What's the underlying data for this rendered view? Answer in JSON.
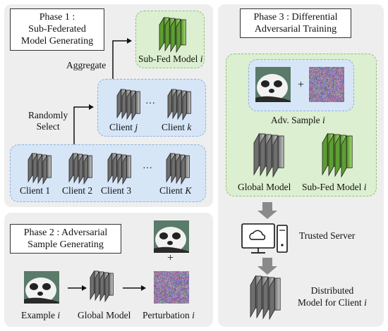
{
  "phase1": {
    "title_line1": "Phase 1 :",
    "title_line2": "Sub-Federated",
    "title_line3": "Model Generating",
    "aggregate": "Aggregate",
    "randomly_select_line1": "Randomly",
    "randomly_select_line2": "Select",
    "subfed_model": "Sub-Fed Model ",
    "subfed_model_i": "i",
    "selected_clients": [
      {
        "label": "Client ",
        "idx": "j"
      },
      {
        "label": "Client ",
        "idx": "k"
      }
    ],
    "ellipsis": "···",
    "all_clients": [
      {
        "label": "Client 1",
        "idx": ""
      },
      {
        "label": "Client 2",
        "idx": ""
      },
      {
        "label": "Client 3",
        "idx": ""
      },
      {
        "label": "Client ",
        "idx": "K"
      }
    ]
  },
  "phase2": {
    "title_line1": "Phase 2 :  Adversarial",
    "title_line2": "Sample Generating",
    "example": "Example ",
    "example_i": "i",
    "global_model": "Global Model",
    "perturbation": "Perturbation ",
    "perturbation_i": "i",
    "plus": "+"
  },
  "phase3": {
    "title_line1": "Phase 3 : Differential",
    "title_line2": "Adversarial Training",
    "adv_sample": "Adv. Sample ",
    "adv_sample_i": "i",
    "plus": "+",
    "global_model": "Global Model",
    "subfed_model": "Sub-Fed Model ",
    "subfed_model_i": "i",
    "trusted_server": "Trusted Server",
    "distributed_line1": "Distributed",
    "distributed_line2": "Model for Client ",
    "distributed_i": "i"
  },
  "colors": {
    "panel_bg": "#eeeeee",
    "blue_group": "#d6e6f7",
    "green_group": "#dcefd0",
    "gray_model": "#9a9a9a",
    "green_model": "#7ab648"
  }
}
